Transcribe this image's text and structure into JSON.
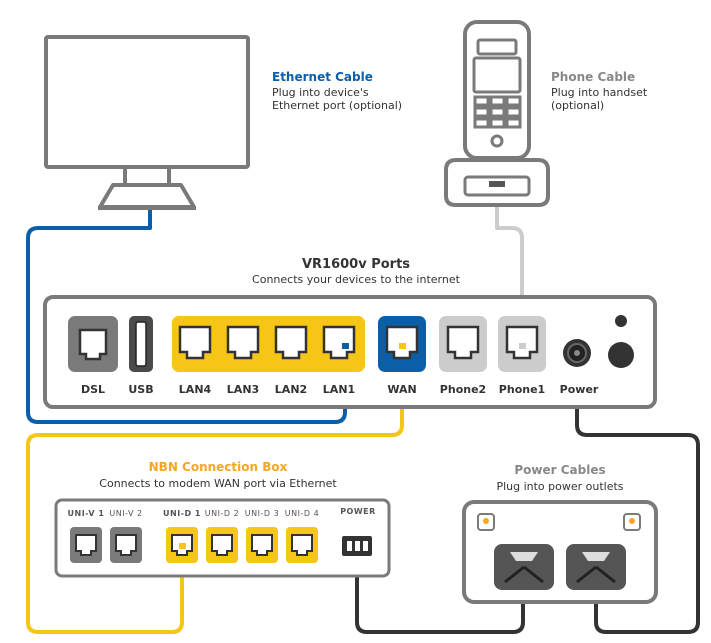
{
  "colors": {
    "outline": "#7a7a7a",
    "dark": "#333333",
    "ethernet_blue": "#0b5fa8",
    "wan_yellow": "#f5c518",
    "nbn_orange": "#f5a623",
    "phone_grey": "#cccccc",
    "power_dark": "#333333",
    "usb_dark": "#4a4a4a"
  },
  "ethernet_cable": {
    "title": "Ethernet Cable",
    "line1": "Plug into device's",
    "line2": "Ethernet port (optional)"
  },
  "phone_cable": {
    "title": "Phone Cable",
    "line1": "Plug into handset",
    "line2": "(optional)"
  },
  "modem": {
    "title": "VR1600v Ports",
    "subtitle": "Connects your devices to the internet",
    "ports": [
      "DSL",
      "USB",
      "LAN4",
      "LAN3",
      "LAN2",
      "LAN1",
      "WAN",
      "Phone2",
      "Phone1",
      "Power"
    ]
  },
  "nbn_box": {
    "title": "NBN Connection Box",
    "subtitle": "Connects to modem WAN port via Ethernet",
    "ports": [
      "UNI-V 1",
      "UNI-V 2",
      "UNI-D 1",
      "UNI-D 2",
      "UNI-D 3",
      "UNI-D 4"
    ],
    "power_label": "POWER"
  },
  "power_cables": {
    "title": "Power Cables",
    "subtitle": "Plug into power outlets"
  }
}
